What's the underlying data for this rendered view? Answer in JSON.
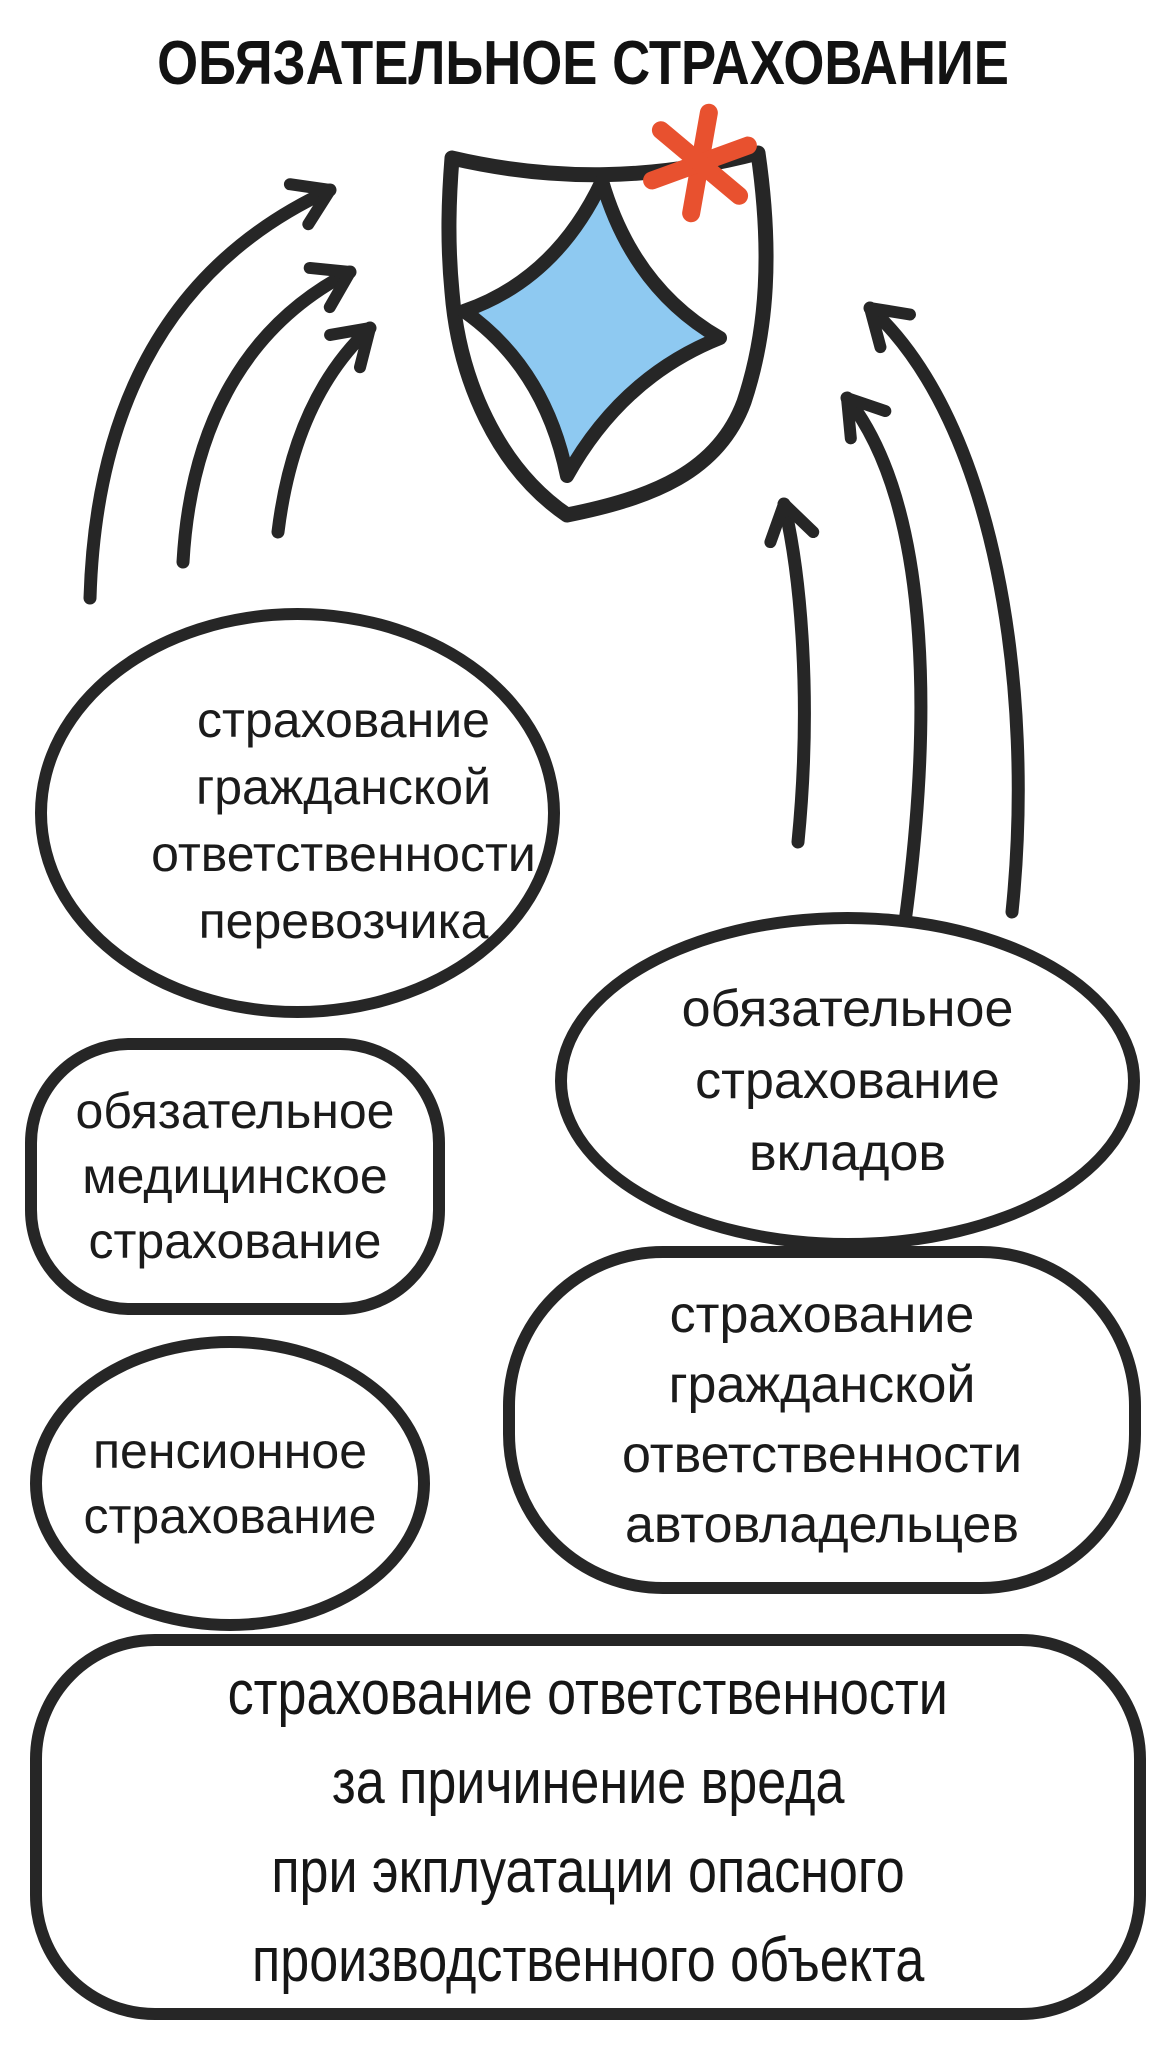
{
  "title": "ОБЯЗАТЕЛЬНОЕ СТРАХОВАНИЕ",
  "colors": {
    "ink": "#262626",
    "text": "#1b1b1b",
    "star_blue": "#8EC9F1",
    "asterisk_red": "#E8512F",
    "background": "#FFFFFF"
  },
  "icons": {
    "shield": "shield-with-star-icon",
    "asterisk": "red-asterisk-accent"
  },
  "bubbles": {
    "carrier": {
      "label": "страхование гражданской ответственности перевозчика",
      "lines": [
        "страхование",
        "гражданской",
        "ответственности",
        "перевозчика"
      ]
    },
    "deposits": {
      "label": "обязательное страхование вкладов",
      "lines": [
        "обязательное",
        "страхование",
        "вкладов"
      ]
    },
    "medical": {
      "label": "обязательное медицинское страхование",
      "lines": [
        "обязательное",
        "медицинское",
        "страхование"
      ]
    },
    "pension": {
      "label": "пенсионное страхование",
      "lines": [
        "пенсионное",
        "страхование"
      ]
    },
    "auto": {
      "label": "страхование гражданской ответственности автовладельцев",
      "lines": [
        "страхование",
        "гражданской",
        "ответственности",
        "автовладельцев"
      ]
    },
    "hazard": {
      "label": "страхование ответственности за причинение вреда при экплуатации опасного производственного объекта",
      "lines": [
        "страхование ответственности",
        "за причинение вреда",
        "при экплуатации опасного",
        "производственного объекта"
      ]
    }
  }
}
